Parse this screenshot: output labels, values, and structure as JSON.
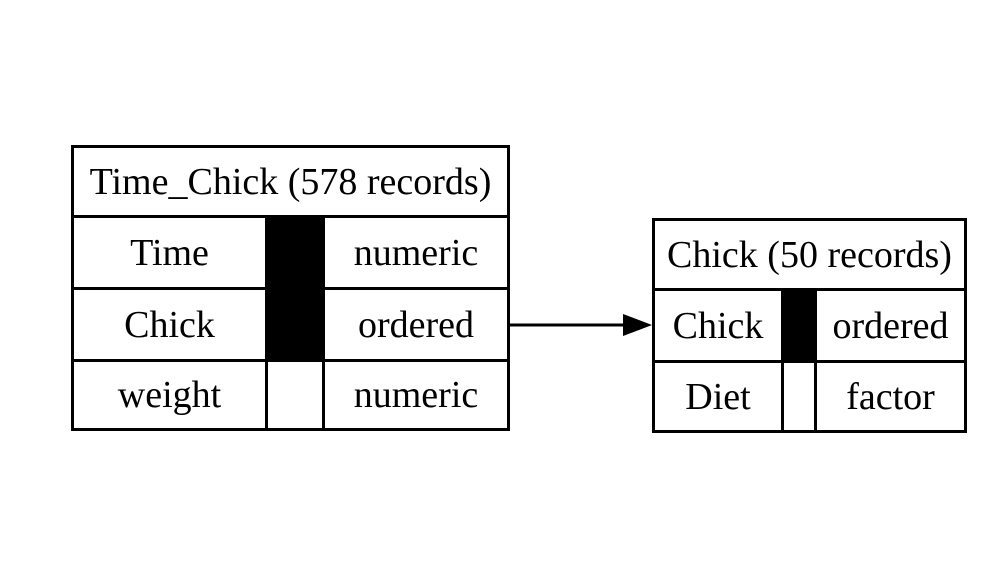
{
  "canvas": {
    "background_color": "#ffffff",
    "line_color": "#000000",
    "key_fill_color": "#000000"
  },
  "tables": [
    {
      "title": "Time_Chick (578 records)",
      "rows": [
        {
          "name": "Time",
          "type": "numeric",
          "key": "true"
        },
        {
          "name": "Chick",
          "type": "ordered",
          "key": "true"
        },
        {
          "name": "weight",
          "type": "numeric",
          "key": "false"
        }
      ]
    },
    {
      "title": "Chick (50 records)",
      "rows": [
        {
          "name": "Chick",
          "type": "ordered",
          "key": "true"
        },
        {
          "name": "Diet",
          "type": "factor",
          "key": "false"
        }
      ]
    }
  ],
  "relation": {
    "from": "Time_Chick.Chick",
    "to": "Chick.Chick"
  }
}
